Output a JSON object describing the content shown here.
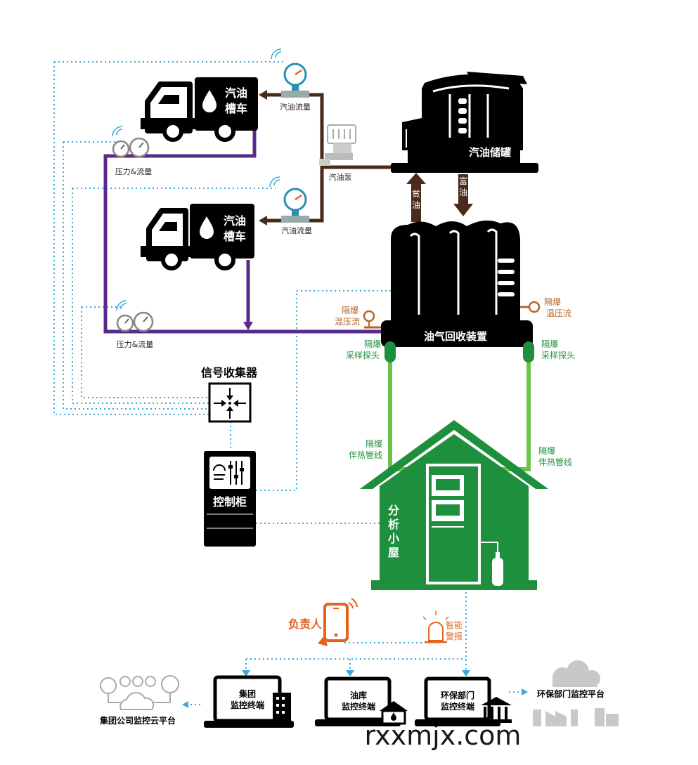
{
  "labels": {
    "truck_top": [
      "汽油",
      "槽车"
    ],
    "truck_bottom": [
      "汽油",
      "槽车"
    ],
    "flow_top": "汽油流量",
    "flow_bottom": "汽油流量",
    "pump": "汽油泵",
    "tank": "汽油储罐",
    "lean_oil": [
      "贫",
      "油"
    ],
    "rich_oil": [
      "富",
      "油"
    ],
    "pressure_top": "压力&流量",
    "pressure_bottom": "压力&流量",
    "recovery_unit": "油气回收装置",
    "temp_left": [
      "隔爆",
      "温压流"
    ],
    "temp_right": [
      "隔爆",
      "温压流"
    ],
    "probe_left": [
      "隔爆",
      "采样探头"
    ],
    "probe_right": [
      "隔爆",
      "采样探头"
    ],
    "collector": "信号收集器",
    "control_cabinet": "控制柜",
    "pipe_left": [
      "隔爆",
      "伴热管线"
    ],
    "pipe_right": [
      "隔爆",
      "伴热管线"
    ],
    "analysis_hut": [
      "分",
      "析",
      "小",
      "屋"
    ],
    "responsible": "负责人",
    "alarm": [
      "智能",
      "警报"
    ],
    "terminal_group": [
      "集团",
      "监控终端"
    ],
    "terminal_depot": [
      "油库",
      "监控终端"
    ],
    "terminal_env": [
      "环保部门",
      "监控终端"
    ],
    "cloud_group": "集团公司监控云平台",
    "cloud_env": "环保部门监控平台",
    "watermark": "rxxmjx.com"
  },
  "colors": {
    "brown": "#4a2a1a",
    "purple": "#5a2a8a",
    "green": "#1e8f3c",
    "light_green": "#6cc24a",
    "orange": "#e8601c",
    "teal": "#2a9fc0",
    "dot_blue": "#3aa8d8",
    "black": "#000000",
    "gray": "#bbbbbb"
  },
  "icons": {
    "truck": "tanker-truck-icon",
    "gauge": "flow-gauge-icon",
    "pressure": "pressure-gauge-icon",
    "pump": "pump-icon",
    "tank": "storage-tank-icon",
    "collector": "signal-collector-icon",
    "cabinet": "control-cabinet-icon",
    "hut": "analysis-hut-icon",
    "phone": "smartphone-icon",
    "alarm": "alarm-light-icon",
    "laptop": "laptop-icon",
    "cloud": "cloud-icon"
  }
}
